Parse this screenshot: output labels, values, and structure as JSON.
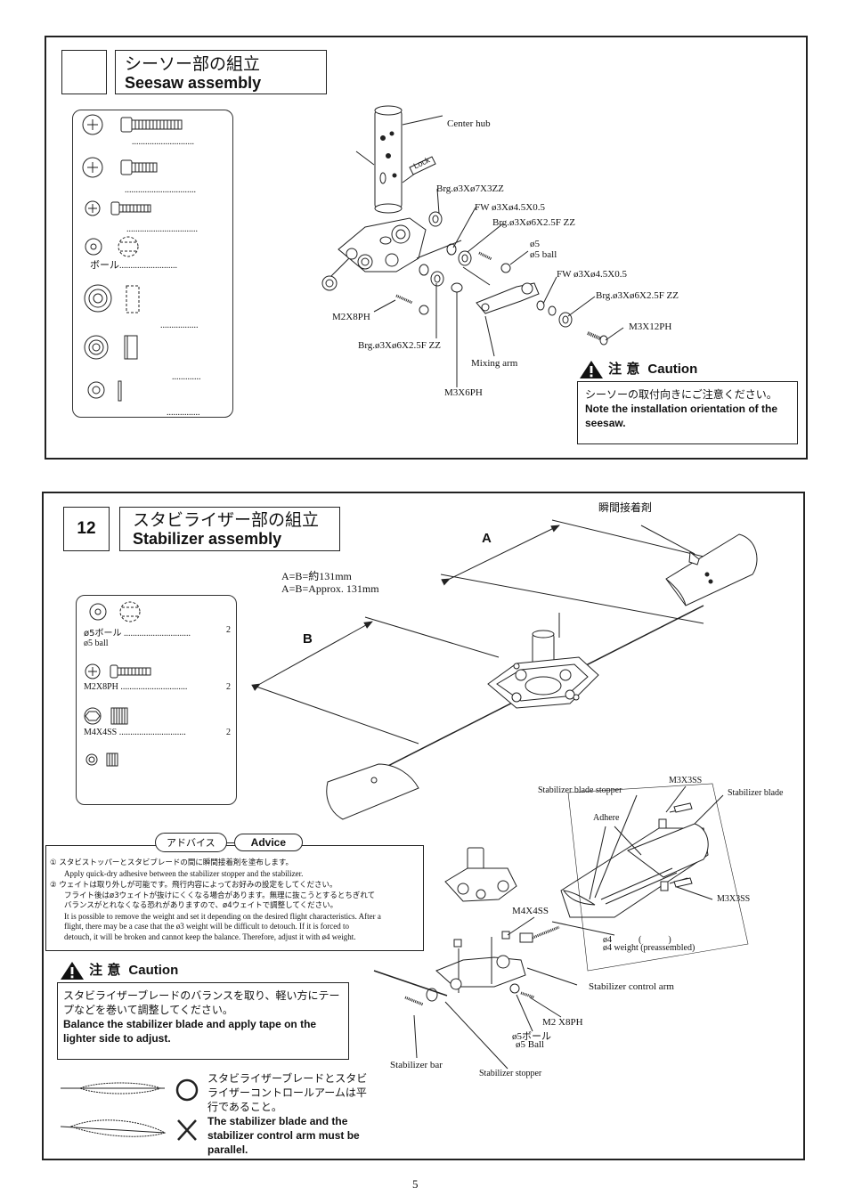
{
  "section1": {
    "step_number": "",
    "title_jp": "シーソー部の組立",
    "title_en": "Seesaw assembly",
    "parts_list": {
      "ball_label": "ボール"
    },
    "labels": {
      "center_hub": "Center hub",
      "lock": "Lock",
      "brg_3x7": "Brg.ø3Xø7X3ZZ",
      "fw_1": "FW ø3Xø4.5X0.5",
      "brg_3x6_1": "Brg.ø3Xø6X2.5F ZZ",
      "ball_jp": "ø5",
      "ball_en": "ø5 ball",
      "fw_2": "FW ø3Xø4.5X0.5",
      "brg_3x6_2": "Brg.ø3Xø6X2.5F ZZ",
      "m3x12": "M3X12PH",
      "m2x8": "M2X8PH",
      "brg_3x6_3": "Brg.ø3Xø6X2.5F ZZ",
      "mixing_arm": "Mixing arm",
      "m3x6": "M3X6PH"
    },
    "caution": {
      "title_jp": "注 意",
      "title_en": "Caution",
      "text_jp": "シーソーの取付向きにご注意ください。",
      "text_en": "Note the installation orientation of the seesaw."
    }
  },
  "section2": {
    "step_number": "12",
    "title_jp": "スタビライザー部の組立",
    "title_en": "Stabilizer assembly",
    "glue_label": "瞬間接着剤",
    "dimension": {
      "line1": "A=B=約131mm",
      "line2": "A=B=Approx. 131mm",
      "a": "A",
      "b": "B"
    },
    "parts_list": [
      {
        "name_jp": "ø5ボール",
        "name_en": "ø5 ball",
        "qty": "2"
      },
      {
        "name": "M2X8PH",
        "qty": "2"
      },
      {
        "name": "M4X4SS",
        "qty": "2"
      }
    ],
    "advice": {
      "label_jp": "アドバイス",
      "label_en": "Advice",
      "item1_jp": "① スタビストッパーとスタビブレードの間に瞬間接着剤を塗布します。",
      "item1_en": "Apply quick-dry adhesive between the stabilizer stopper and the stabilizer.",
      "item2_jp_1": "② ウェイトは取り外しが可能です。飛行内容によってお好みの設定をしてください。",
      "item2_jp_2": "フライト後はø3ウェイトが抜けにくくなる場合があります。無理に抜こうとするとちぎれて",
      "item2_jp_3": "バランスがとれなくなる恐れがありますので、ø4ウェイトで調整してください。",
      "item2_en_1": "It is possible to remove the weight and set it depending on the desired flight characteristics. After a",
      "item2_en_2": "flight, there may be a case that the ø3 weight will be difficult to detouch. If it is forced to",
      "item2_en_3": "detouch, it will be broken and cannot keep the balance. Therefore, adjust it with ø4 weight."
    },
    "caution": {
      "title_jp": "注 意",
      "title_en": "Caution",
      "text_jp": "スタビライザーブレードのバランスを取り、軽い方にテープなどを巻いて調整してください。",
      "text_en": "Balance the stabilizer blade and apply tape on the lighter side to adjust."
    },
    "parallel_note": {
      "text_jp": "スタビライザーブレードとスタビライザーコントロールアームは平行であること。",
      "text_en": "The stabilizer blade and the stabilizer control arm must be parallel."
    },
    "labels": {
      "stopper": "Stabilizer blade stopper",
      "m3x3ss_1": "M3X3SS",
      "blade": "Stabilizer blade",
      "adhere": "Adhere",
      "m3x3ss_2": "M3X3SS",
      "m4x4ss": "M4X4SS",
      "w4_jp": "ø4　　　(　　　)",
      "w4_en": "ø4 weight (preassembled)",
      "control_arm": "Stabilizer control arm",
      "m2x8": "M2 X8PH",
      "ball_jp": "ø5ボール",
      "ball_en": "ø5 Ball",
      "bar": "Stabilizer bar",
      "stab_stopper": "Stabilizer stopper"
    }
  },
  "page_number": "5"
}
